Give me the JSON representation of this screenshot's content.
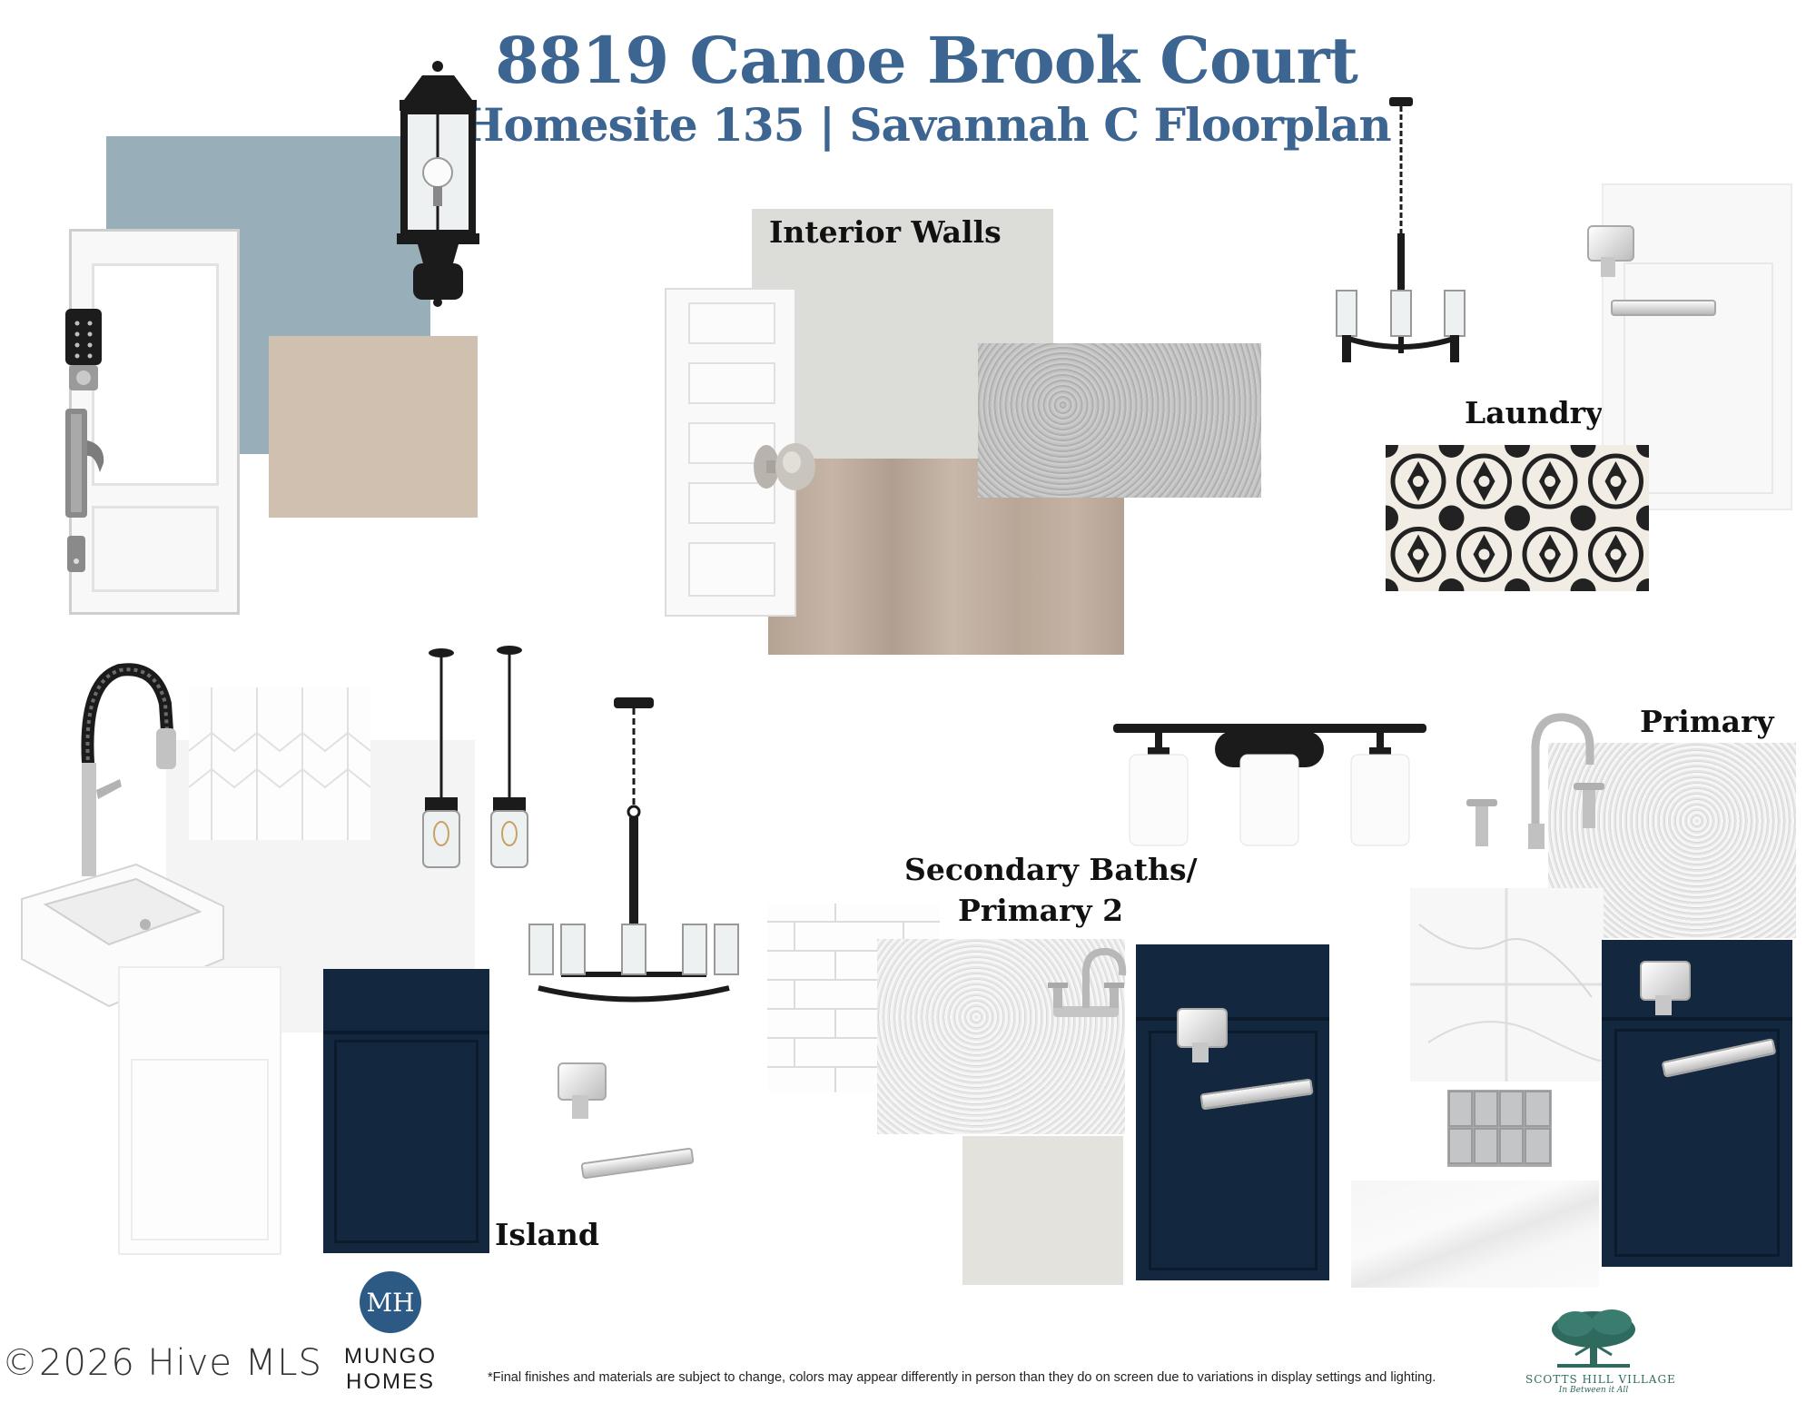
{
  "header": {
    "address": "8819 Canoe Brook Court",
    "subtitle": "Homesite 135 |  Savannah C Floorplan"
  },
  "labels": {
    "interior_walls": "Interior Walls",
    "laundry": "Laundry",
    "primary": "Primary",
    "secondary_line1": "Secondary Baths/",
    "secondary_line2": "Primary 2",
    "island": "Island"
  },
  "footer": {
    "copyright": "©2026 Hive MLS",
    "builder_monogram": "MH",
    "builder_name_1": "MUNGO",
    "builder_name_2": "HOMES",
    "disclaimer": "*Final finishes and materials are subject to change, colors may appear differently in person than they do on screen due to variations in display settings and lighting.",
    "community_name": "SCOTTS HILL VILLAGE",
    "community_tagline": "In Between it All"
  },
  "colors": {
    "title": "#3d6592",
    "siding_blue": "#98aeb8",
    "trim_tan": "#cfc0af",
    "interior_wall": "#dcdcd8",
    "floor_wood": "#bba99a",
    "cabinet_navy": "#13283e",
    "logo_green": "#2e6b5e"
  },
  "icons": [
    "lantern-icon",
    "keypad-lock-icon",
    "door-handle-icon",
    "door-knob-icon",
    "chandelier-icon",
    "pendant-icon",
    "faucet-icon",
    "sink-icon",
    "vanity-light-icon",
    "knob-icon",
    "pull-icon",
    "tree-logo-icon"
  ]
}
